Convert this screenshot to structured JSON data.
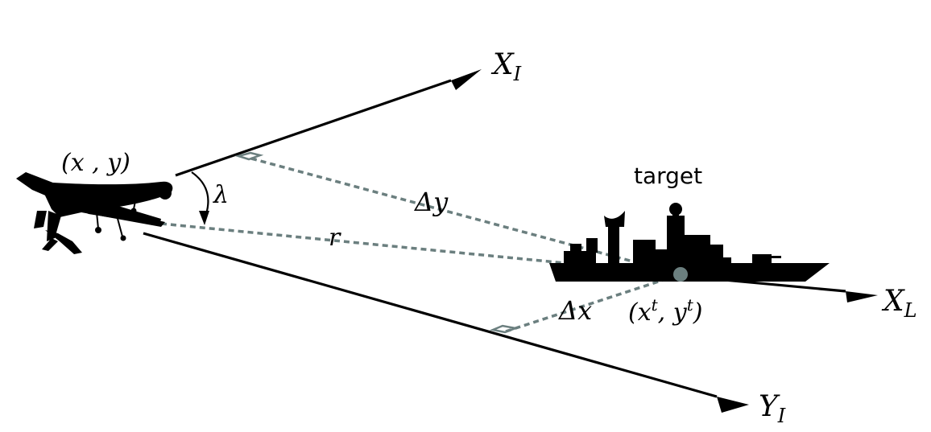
{
  "labels": {
    "x_inertial": "X",
    "x_inertial_sub": "I",
    "y_inertial": "Y",
    "y_inertial_sub": "I",
    "x_los": "X",
    "x_los_sub": "L",
    "uav_position": "(x , y)",
    "target_position_open": "(x",
    "target_position_sup1": "t",
    "target_position_mid": ", y",
    "target_position_sup2": "t",
    "target_position_close": ")",
    "target": "target",
    "los_angle": "λ",
    "range": "r",
    "delta_x": "Δx",
    "delta_y": "Δy"
  },
  "icons": {
    "uav": "uav-drone-silhouette-icon",
    "ship": "warship-silhouette-icon"
  },
  "colors": {
    "axis": "#000000",
    "dashed": "#6b7f7f",
    "target_point": "#6b7f7f",
    "silhouette": "#000000"
  }
}
